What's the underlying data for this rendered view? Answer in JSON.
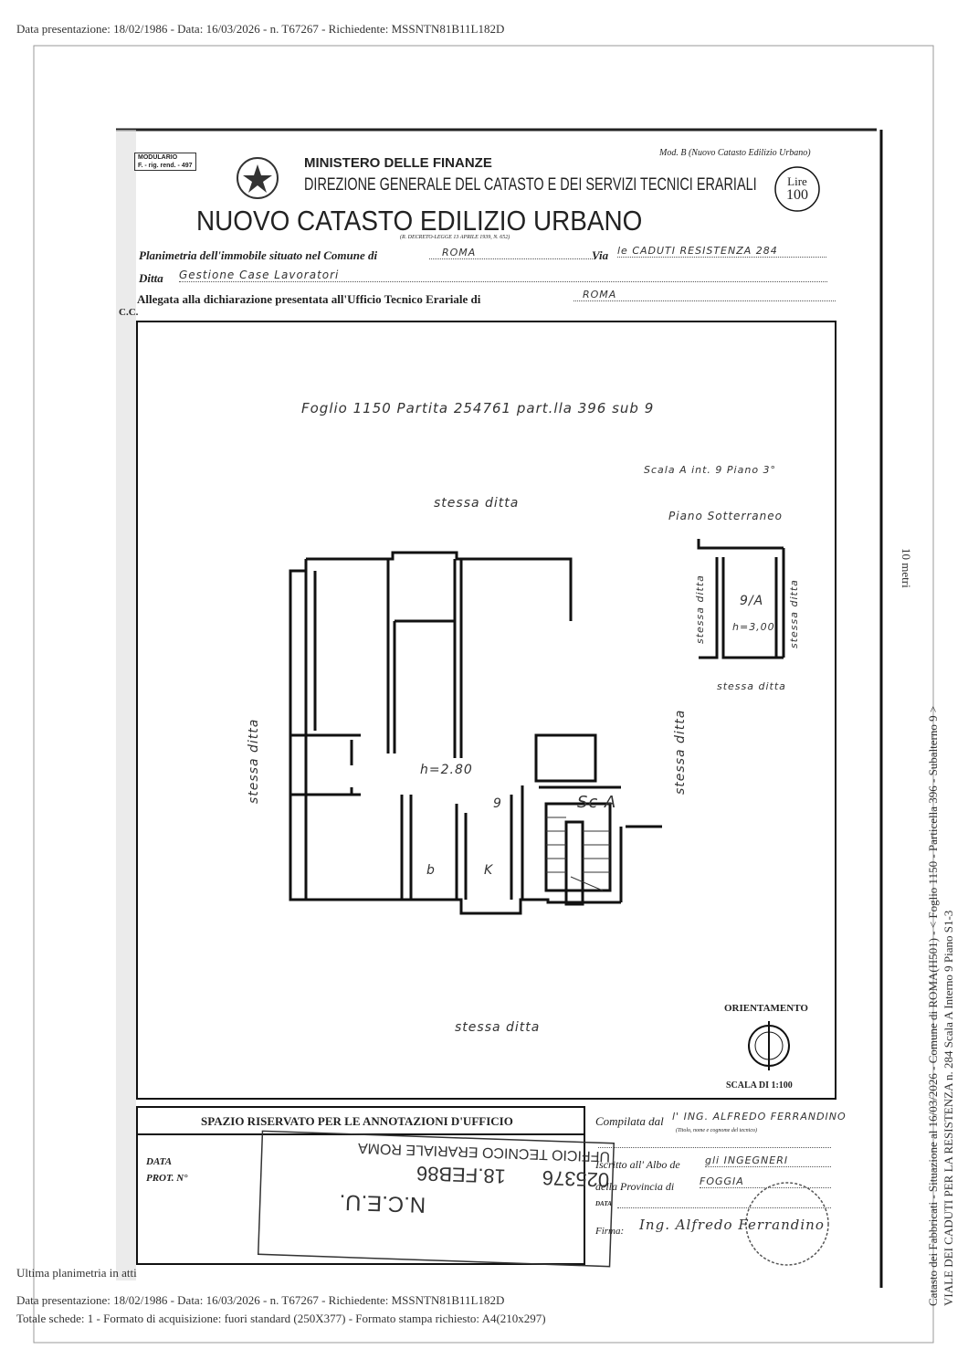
{
  "header": {
    "top_line": "Data presentazione: 18/02/1986 - Data: 16/03/2026 - n. T67267 - Richiedente: MSSNTN81B11L182D"
  },
  "form": {
    "modulario": "MODULARIO",
    "modulario_sub": "F. - rig. rend. - 497",
    "mod_b": "Mod. B (Nuovo Catasto Edilizio Urbano)",
    "ministry": "MINISTERO DELLE FINANZE",
    "direzione": "DIREZIONE GENERALE DEL CATASTO E DEI SERVIZI TECNICI ERARIALI",
    "lire": "Lire",
    "lire_value": "100",
    "title": "NUOVO CATASTO EDILIZIO URBANO",
    "decree": "(R. DECRETO-LEGGE 13 APRILE 1939, N. 652)",
    "planimetria_label": "Planimetria dell'immobile situato nel Comune di",
    "comune": "ROMA",
    "via_label": "Via",
    "via": "le CADUTI RESISTENZA 284",
    "ditta_label": "Ditta",
    "ditta": "Gestione Case Lavoratori",
    "allegata_label": "Allegata alla dichiarazione presentata all'Ufficio Tecnico Erariale di",
    "ufficio": "ROMA",
    "cc": "C.C."
  },
  "plan": {
    "foglio": "Foglio 1150  Partita 254761   part.lla 396   sub 9",
    "scala": "Scala A  int. 9  Piano 3°",
    "stessa_ditta": "stessa ditta",
    "sotterraneo": "Piano Sotterraneo",
    "cantina": "9/A",
    "cantina_h": "h=3,00",
    "h": "h=2.80",
    "room_9": "9",
    "room_b": "b",
    "room_k": "K",
    "sc_a": "Sc A",
    "orientamento": "ORIENTAMENTO",
    "scala_di": "SCALA DI 1:100"
  },
  "office": {
    "title": "SPAZIO RISERVATO PER LE ANNOTAZIONI D'UFFICIO",
    "data": "DATA",
    "prot": "PROT. N°",
    "stamp_top": "N.C.E.U.",
    "stamp_num": "025376",
    "stamp_date": "18.FEB86",
    "stamp_office": "UFFICIO TECNICO ERARIALE",
    "stamp_city": "ROMA"
  },
  "compiler": {
    "compilata_label": "Compilata dal",
    "compilata": "l' ING. ALFREDO FERRANDINO",
    "compilata_note": "(Titolo, nome e cognome del tecnico)",
    "albo_label": "Iscritto all' Albo de",
    "albo": "gli INGEGNERI",
    "provincia_label": "della Provincia di",
    "provincia": "FOGGIA",
    "data_label": "DATA",
    "firma_label": "Firma:",
    "firma": "Ing. Alfredo Ferrandino"
  },
  "side": {
    "metri": "10 metri",
    "line1": "Catasto dei Fabbricati - Situazione al 16/03/2026 - Comune di ROMA(H501) - < Foglio 1150 - Particella 396 - Subalterno 9 >",
    "line2": "VIALE DEI CADUTI PER LA RESISTENZA n. 284  Scala A Interno 9 Piano S1-3"
  },
  "footer": {
    "ultima": "Ultima planimetria in atti",
    "line1": "Data presentazione: 18/02/1986 - Data: 16/03/2026 - n. T67267 - Richiedente: MSSNTN81B11L182D",
    "line2": "Totale schede: 1 - Formato di acquisizione: fuori standard (250X377) - Formato stampa richiesto: A4(210x297)"
  }
}
